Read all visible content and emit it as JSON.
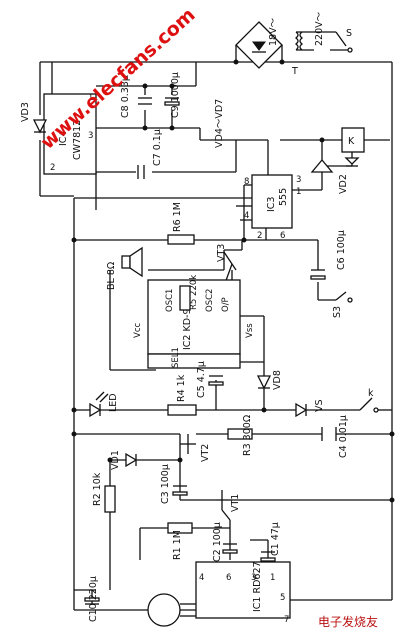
{
  "watermark": {
    "text": "www.elecfans.com",
    "color": "#d11111"
  },
  "stamp": {
    "text": "电子发烧友"
  },
  "components": {
    "ic1": {
      "name": "IC1",
      "part": "RD627"
    },
    "ic2": {
      "name": "IC2",
      "part": "KD-9561",
      "sel": "SEL1",
      "osc1": "OSC1",
      "osc2": "OSC2",
      "vcc": "Vcc",
      "vss": "Vss",
      "op": "O/P"
    },
    "ic3": {
      "name": "IC3",
      "part": "555"
    },
    "ic4": {
      "name": "IC4",
      "part": "CW7812"
    },
    "c1": {
      "name": "C1",
      "value": "47μ"
    },
    "c2": {
      "name": "C2",
      "value": "100μ"
    },
    "c3": {
      "name": "C3",
      "value": "100μ"
    },
    "c4": {
      "name": "C4",
      "value": "0.01μ"
    },
    "c5": {
      "name": "C5",
      "value": "4.7μ"
    },
    "c6": {
      "name": "C6",
      "value": "100μ"
    },
    "c7": {
      "name": "C7",
      "value": "0.1μ"
    },
    "c8": {
      "name": "C8",
      "value": "0.33μ"
    },
    "c9": {
      "name": "C9",
      "value": "1000μ"
    },
    "c10": {
      "name": "C10",
      "value": "220μ"
    },
    "r1": {
      "name": "R1",
      "value": "1M"
    },
    "r2": {
      "name": "R2",
      "value": "10k"
    },
    "r3": {
      "name": "R3",
      "value": "300Ω"
    },
    "r4": {
      "name": "R4",
      "value": "1k"
    },
    "r5": {
      "name": "R5",
      "value": "220k"
    },
    "r6": {
      "name": "R6",
      "value": "1M"
    },
    "vt1": "VT1",
    "vt2": "VT2",
    "vt3": "VT3",
    "vd1": "VD1",
    "vd2": "VD2",
    "vd3": "VD3",
    "vd8": "VD8",
    "vd4_7": "VD4～VD7",
    "vs": "VS",
    "led": "LED",
    "bl": {
      "name": "BL",
      "value": "8Ω"
    },
    "k": "K",
    "k_contact": "k",
    "s": "S",
    "s3": "S3",
    "t": "T",
    "v18": "18V～",
    "v220": "220V～"
  },
  "pins": {
    "ic1": [
      "4",
      "6",
      "3",
      "1",
      "5",
      "7"
    ],
    "ic3": [
      "8",
      "4",
      "2",
      "6",
      "3",
      "1"
    ],
    "ic4": [
      "1",
      "3",
      "2"
    ]
  }
}
